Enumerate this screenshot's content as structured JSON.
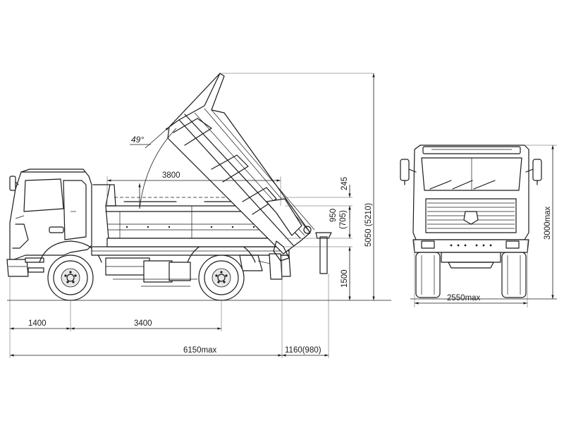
{
  "drawing": {
    "angle_label": "49°",
    "dims": {
      "body_length": "3800",
      "rear_height_245": "245",
      "side_height": "950",
      "side_height_alt": "(705)",
      "overall_height_tipped": "5050 (5210)",
      "frame_height": "1500",
      "front_overhang": "1400",
      "wheelbase": "3400",
      "overall_length": "6150max",
      "rear_overhang": "1160(980)",
      "cab_height": "3000max",
      "overall_width": "2550max"
    }
  }
}
